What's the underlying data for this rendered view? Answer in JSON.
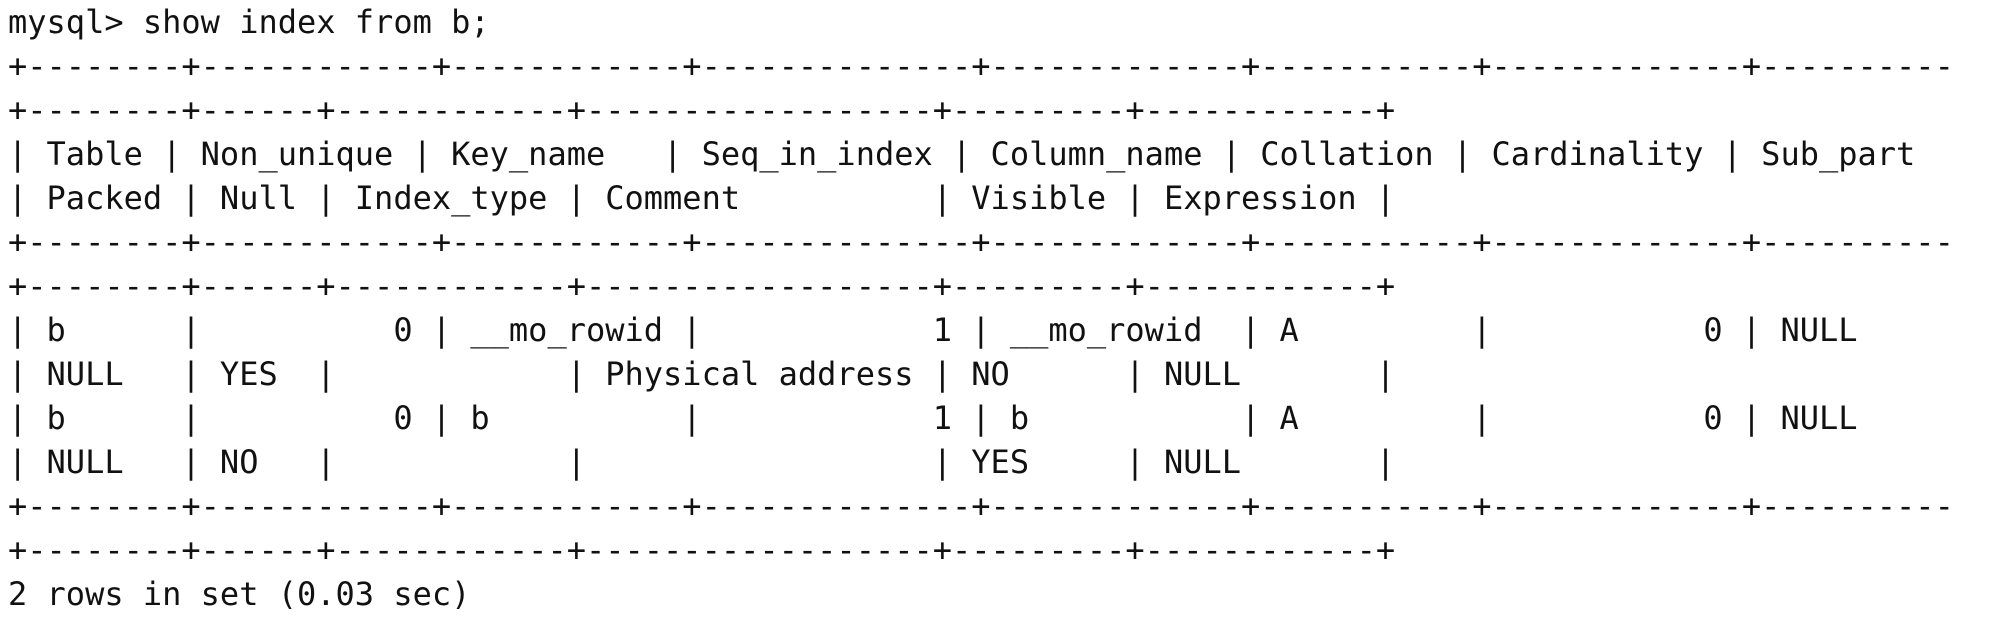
{
  "terminal": {
    "lines": [
      "mysql> show index from b;",
      "+--------+------------+------------+--------------+-------------+-----------+-------------+----------",
      "+--------+------+------------+------------------+---------+------------+",
      "| Table | Non_unique | Key_name   | Seq_in_index | Column_name | Collation | Cardinality | Sub_part",
      "| Packed | Null | Index_type | Comment          | Visible | Expression |",
      "+--------+------------+------------+--------------+-------------+-----------+-------------+----------",
      "+--------+------+------------+------------------+---------+------------+",
      "| b      |          0 | __mo_rowid |            1 | __mo_rowid  | A         |           0 | NULL",
      "| NULL   | YES  |            | Physical address | NO      | NULL       |",
      "| b      |          0 | b          |            1 | b           | A         |           0 | NULL",
      "| NULL   | NO   |            |                  | YES     | NULL       |",
      "+--------+------------+------------+--------------+-------------+-----------+-------------+----------",
      "+--------+------+------------+------------------+---------+------------+",
      "2 rows in set (0.03 sec)"
    ]
  }
}
